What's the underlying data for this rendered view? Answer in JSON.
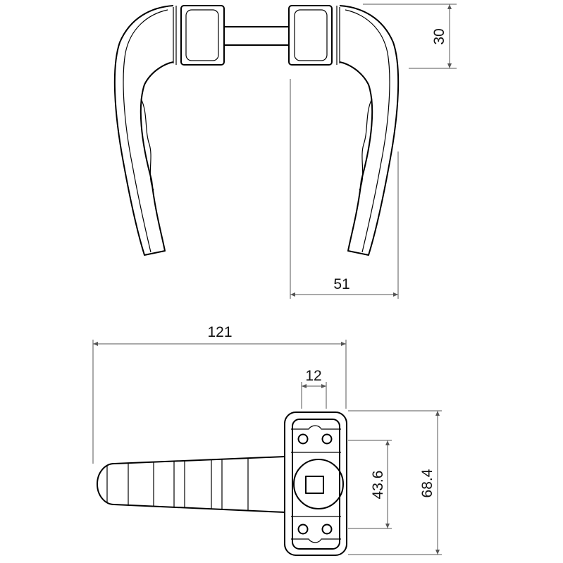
{
  "dimensions": {
    "top_height": "30",
    "top_width": "51",
    "overall_length": "121",
    "spindle_square": "12",
    "hole_spacing": "43.6",
    "rose_height": "68.4"
  },
  "colors": {
    "line": "#000000",
    "dimension_line": "#555555"
  }
}
